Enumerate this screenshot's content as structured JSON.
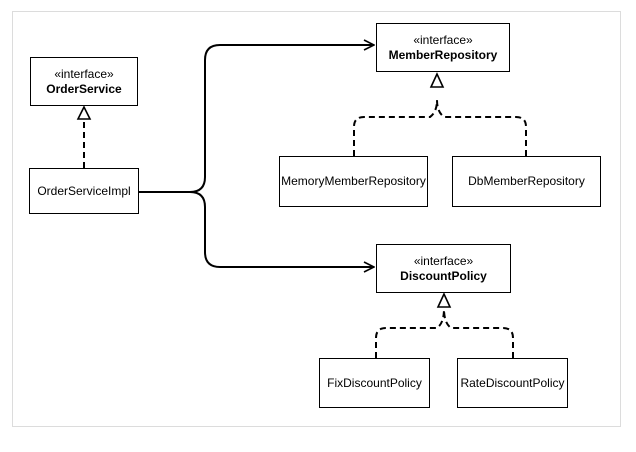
{
  "diagram": {
    "interfaces": {
      "order_service": {
        "stereotype": "«interface»",
        "name": "OrderService"
      },
      "member_repository": {
        "stereotype": "«interface»",
        "name": "MemberRepository"
      },
      "discount_policy": {
        "stereotype": "«interface»",
        "name": "DiscountPolicy"
      }
    },
    "classes": {
      "order_service_impl": "OrderServiceImpl",
      "memory_member_repository": "MemoryMemberRepository",
      "db_member_repository": "DbMemberRepository",
      "fix_discount_policy": "FixDiscountPolicy",
      "rate_discount_policy": "RateDiscountPolicy"
    }
  }
}
